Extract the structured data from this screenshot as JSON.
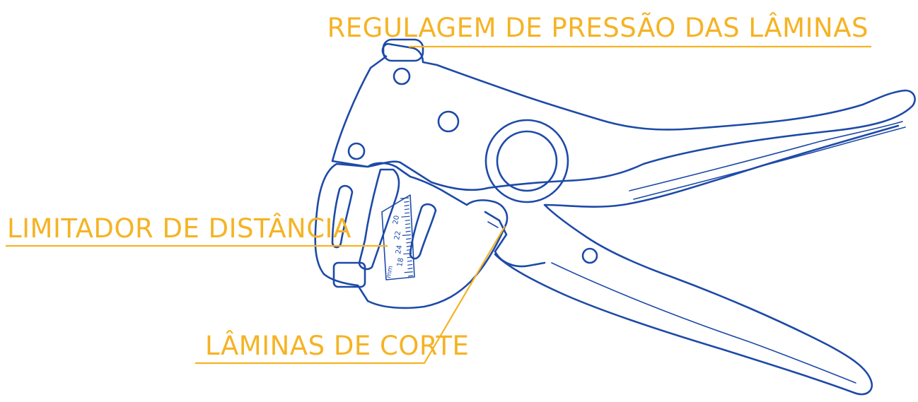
{
  "colors": {
    "tool_stroke": "#1d4aa8",
    "callout": "#f5b324",
    "background": "#ffffff"
  },
  "labels": {
    "blade_pressure": "REGULAGEM DE PRESSÃO DAS LÂMINAS",
    "distance_limiter": "LIMITADOR DE DISTÂNCIA",
    "cutting_blades": "LÂMINAS DE CORTE"
  },
  "scale": {
    "marks": [
      "20",
      "22",
      "24",
      "18",
      "mm"
    ]
  },
  "icon": "wire-stripper-tool-icon"
}
